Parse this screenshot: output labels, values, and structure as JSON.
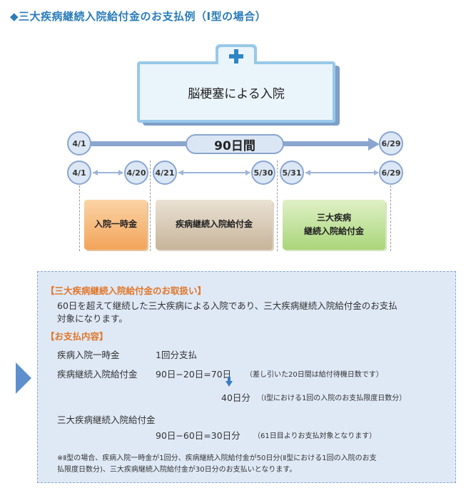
{
  "title": "◆三大疾病継続入院給付金のお支払例（Ⅰ型の場合）",
  "hospital": {
    "label": "脳梗塞による入院"
  },
  "timeline": {
    "period_label": "90日間",
    "start_date": "4/1",
    "end_date": "6/29",
    "segments": [
      {
        "from": "4/1",
        "to": "4/20"
      },
      {
        "from": "4/21",
        "to": "5/30"
      },
      {
        "from": "5/31",
        "to": "6/29"
      }
    ]
  },
  "boxes": {
    "lump_sum": "入院一時金",
    "continuous": "疾病継続入院給付金",
    "three_major_1": "三大疾病",
    "three_major_2": "継続入院給付金"
  },
  "colors": {
    "title_blue": "#2a7cb8",
    "heading_orange": "#e0762a",
    "panel_bg": "#dfe9f6"
  },
  "info": {
    "heading1": "【三大疾病継続入院給付金のお取扱い】",
    "para1_line1": "60日を超えて継続した三大疾病による入院であり、三大疾病継続入院給付金のお支払",
    "para1_line2": "対象になります。",
    "heading2": "【お支払内容】",
    "row1_label": "疾病入院一時金",
    "row1_value": "1回分支払",
    "row2_label": "疾病継続入院給付金",
    "row2_value": "90日−20日=70日",
    "row2_note": "（差し引いた20日間は給付待機日数です）",
    "row3_value": "40日分",
    "row3_note": "（Ⅰ型における1回の入院のお支払限度日数分）",
    "row4_label": "三大疾病継続入院給付金",
    "row5_value": "90日−60日=30日分",
    "row5_note": "（61日目よりお支払対象となります）",
    "footnote_line1": "※Ⅱ型の場合、疾病入院一時金が1回分、疾病継続入院給付金が50日分(Ⅱ型における1回の入院のお支",
    "footnote_line2": "払限度日数分)、三大疾病継続入院給付金が30日分のお支払いとなります。"
  }
}
